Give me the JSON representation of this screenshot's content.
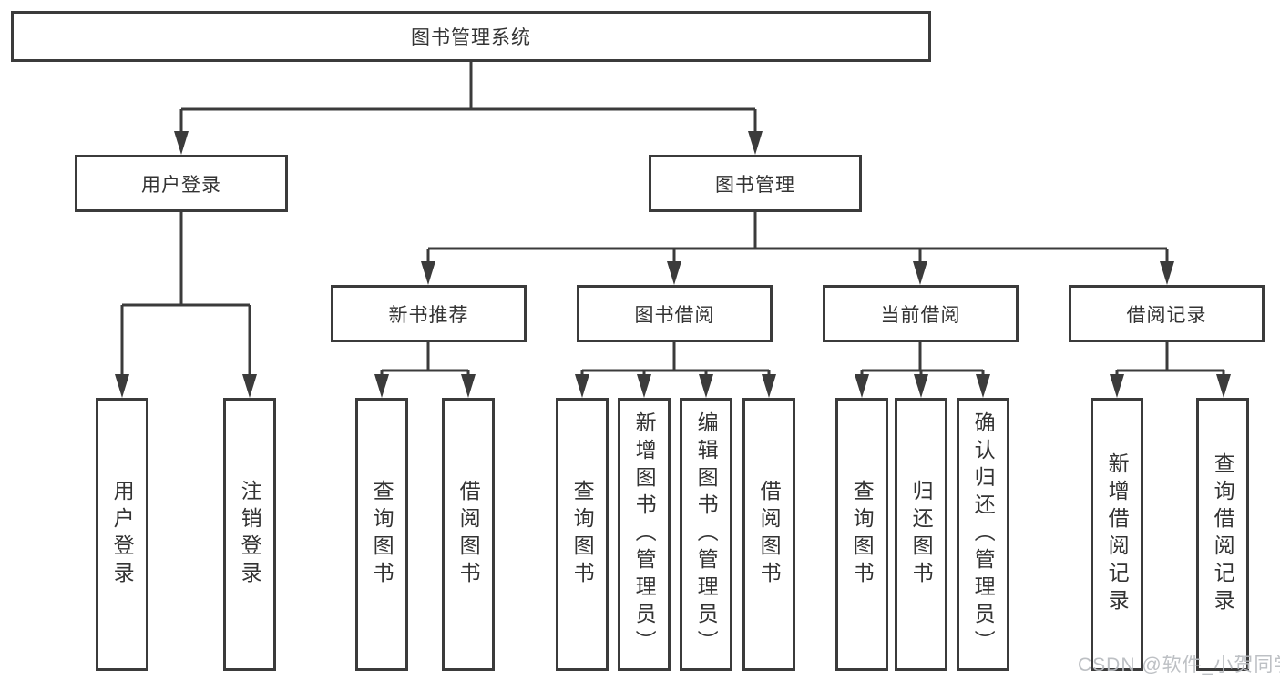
{
  "tree": {
    "root": {
      "label": "图书管理系统"
    },
    "level2": [
      {
        "label": "用户登录",
        "children": [
          "用户登录",
          "注销登录"
        ]
      },
      {
        "label": "图书管理"
      }
    ],
    "level3": [
      {
        "label": "新书推荐",
        "children": [
          "查询图书",
          "借阅图书"
        ]
      },
      {
        "label": "图书借阅",
        "children": [
          "查询图书",
          "新增图书（管理员）",
          "编辑图书（管理员）",
          "借阅图书"
        ]
      },
      {
        "label": "当前借阅",
        "children": [
          "查询图书",
          "归还图书",
          "确认归还（管理员）"
        ]
      },
      {
        "label": "借阅记录",
        "children": [
          "新增借阅记录",
          "查询借阅记录"
        ]
      }
    ]
  },
  "watermark": "CSDN @软件_小贺同学",
  "colors": {
    "line": "#3b3b3b",
    "border": "#3b3b3b",
    "text": "#333333",
    "watermark": "#b9bdc1",
    "background": "#ffffff"
  }
}
